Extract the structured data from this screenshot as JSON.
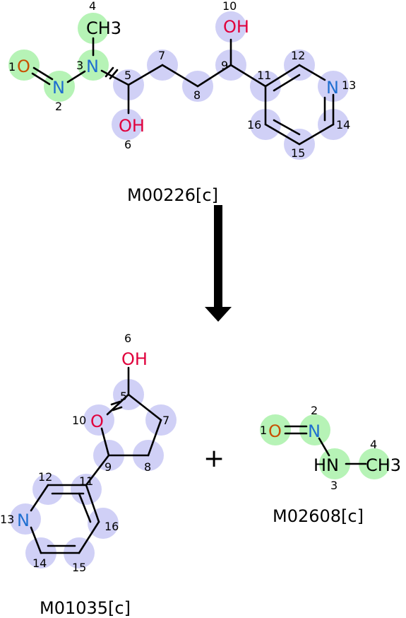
{
  "reaction": {
    "reactant": {
      "label": "M00226[c]",
      "atoms": {
        "o1": "O",
        "n2": "N",
        "n3": "N",
        "ch3_4": "CH3",
        "sub3": "3",
        "oh6": "OH",
        "oh10": "OH",
        "n13": "N"
      },
      "indices": [
        "1",
        "2",
        "3",
        "4",
        "5",
        "6",
        "7",
        "8",
        "9",
        "10",
        "11",
        "12",
        "13",
        "14",
        "15",
        "16"
      ]
    },
    "product_a": {
      "label": "M01035[c]",
      "atoms": {
        "oh6": "OH",
        "o10": "O",
        "n13": "N"
      },
      "indices": [
        "5",
        "6",
        "7",
        "8",
        "9",
        "10",
        "11",
        "12",
        "13",
        "14",
        "15",
        "16"
      ]
    },
    "product_b": {
      "label": "M02608[c]",
      "atoms": {
        "o1": "O",
        "n2": "N",
        "hn3": "HN",
        "ch3_4": "CH3",
        "sub3": "3"
      },
      "indices": [
        "1",
        "2",
        "3",
        "4"
      ]
    },
    "plus_sign": "+",
    "colors": {
      "carbon": "#000000",
      "nitrogen": "#1f6fd0",
      "oxygen": "#e0003c",
      "oxygen_orange": "#c85000",
      "highlight_green": "#b2f2b2",
      "highlight_blue": "#c8c8f4"
    }
  }
}
